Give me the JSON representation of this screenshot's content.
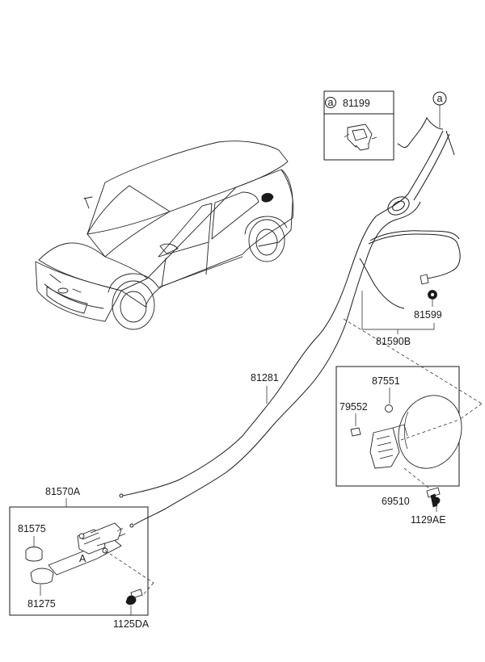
{
  "part_numbers": {
    "p81199": "81199",
    "p81599": "81599",
    "p81590B": "81590B",
    "p81281": "81281",
    "p87551": "87551",
    "p79552": "79552",
    "p69510": "69510",
    "p1129AE": "1129AE",
    "p81570A": "81570A",
    "p81575": "81575",
    "p81275": "81275",
    "p1125DA": "1125DA"
  },
  "reference_marks": {
    "a_box": "a",
    "a_cable": "a"
  }
}
